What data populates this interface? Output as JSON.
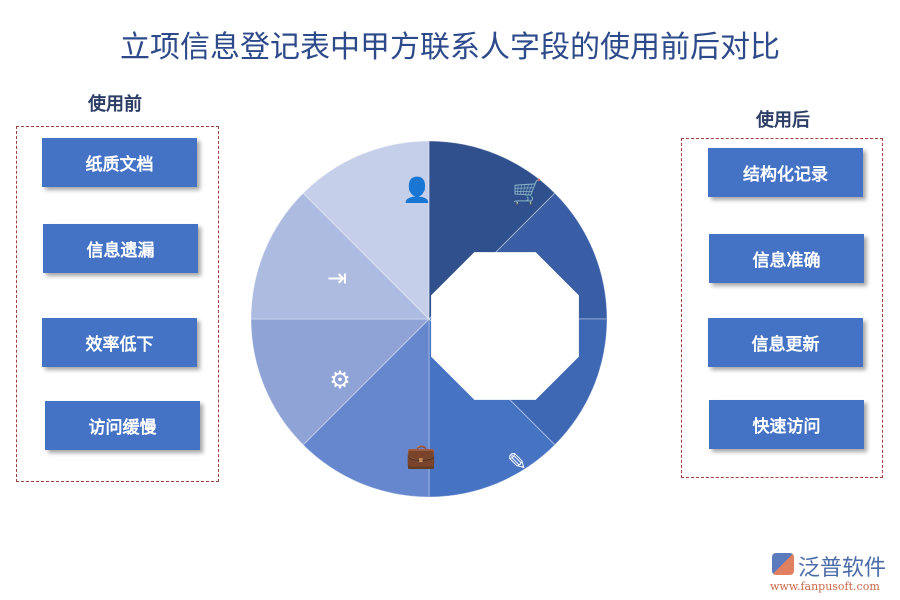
{
  "title": "立项信息登记表中甲方联系人字段的使用前后对比",
  "before": {
    "label": "使用前",
    "items": [
      "纸质文档",
      "信息遗漏",
      "效率低下",
      "访问缓慢"
    ]
  },
  "after": {
    "label": "使用后",
    "items": [
      "结构化记录",
      "信息准确",
      "信息更新",
      "快速访问"
    ]
  },
  "wheel": {
    "colors": [
      "#30508d",
      "#3a5ea5",
      "#3f68b4",
      "#4773c3",
      "#6687cd",
      "#8fa3d6",
      "#adbbe1",
      "#c6cfe9"
    ],
    "icons": [
      "cart-icon",
      "",
      "",
      "pencil-icon",
      "briefcase-icon",
      "gears-icon",
      "exit-icon",
      "user-icon"
    ]
  },
  "logo": {
    "name": "泛普软件",
    "url": "www.fanpusoft.com"
  }
}
